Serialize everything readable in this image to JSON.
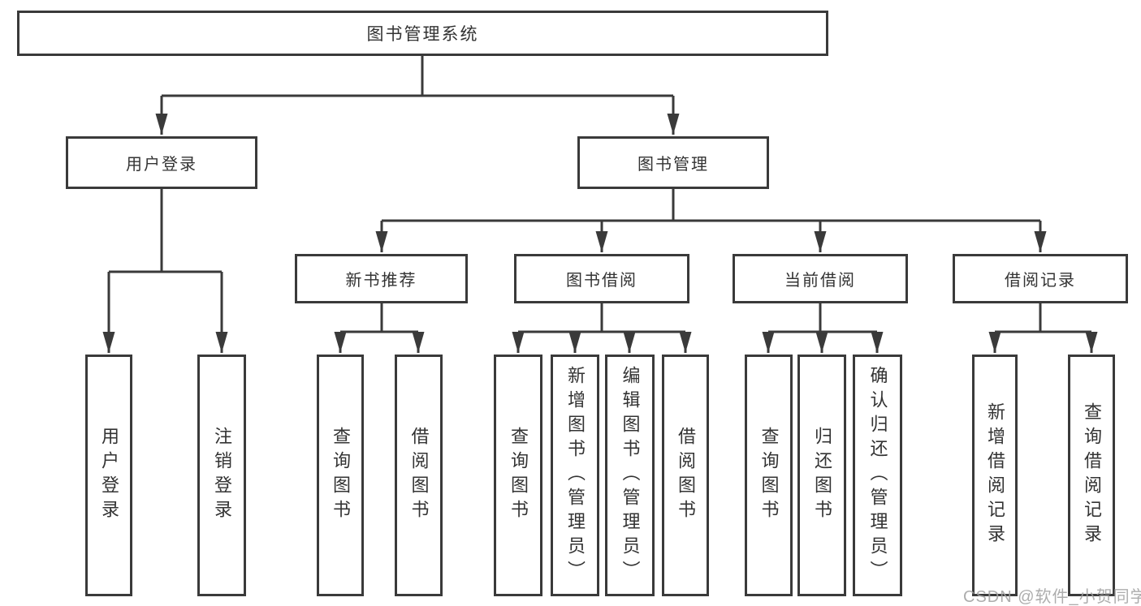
{
  "tree": {
    "root": {
      "label": "图书管理系统"
    },
    "branches": [
      {
        "label": "用户登录",
        "children": [
          "用户登录",
          "注销登录"
        ]
      },
      {
        "label": "图书管理",
        "sections": [
          {
            "label": "新书推荐",
            "children": [
              "查询图书",
              "借阅图书"
            ]
          },
          {
            "label": "图书借阅",
            "children": [
              "查询图书",
              "新增图书（管理员）",
              "编辑图书（管理员）",
              "借阅图书"
            ]
          },
          {
            "label": "当前借阅",
            "children": [
              "查询图书",
              "归还图书",
              "确认归还（管理员）"
            ]
          },
          {
            "label": "借阅记录",
            "children": [
              "新增借阅记录",
              "查询借阅记录"
            ]
          }
        ]
      }
    ]
  },
  "watermark": {
    "text": "CSDN @软件_小贺同学"
  },
  "colors": {
    "line": "#3a3a3a",
    "box_border": "#3a3a3a",
    "text": "#333333",
    "watermark": "#a2a2a2",
    "background": "#ffffff"
  }
}
